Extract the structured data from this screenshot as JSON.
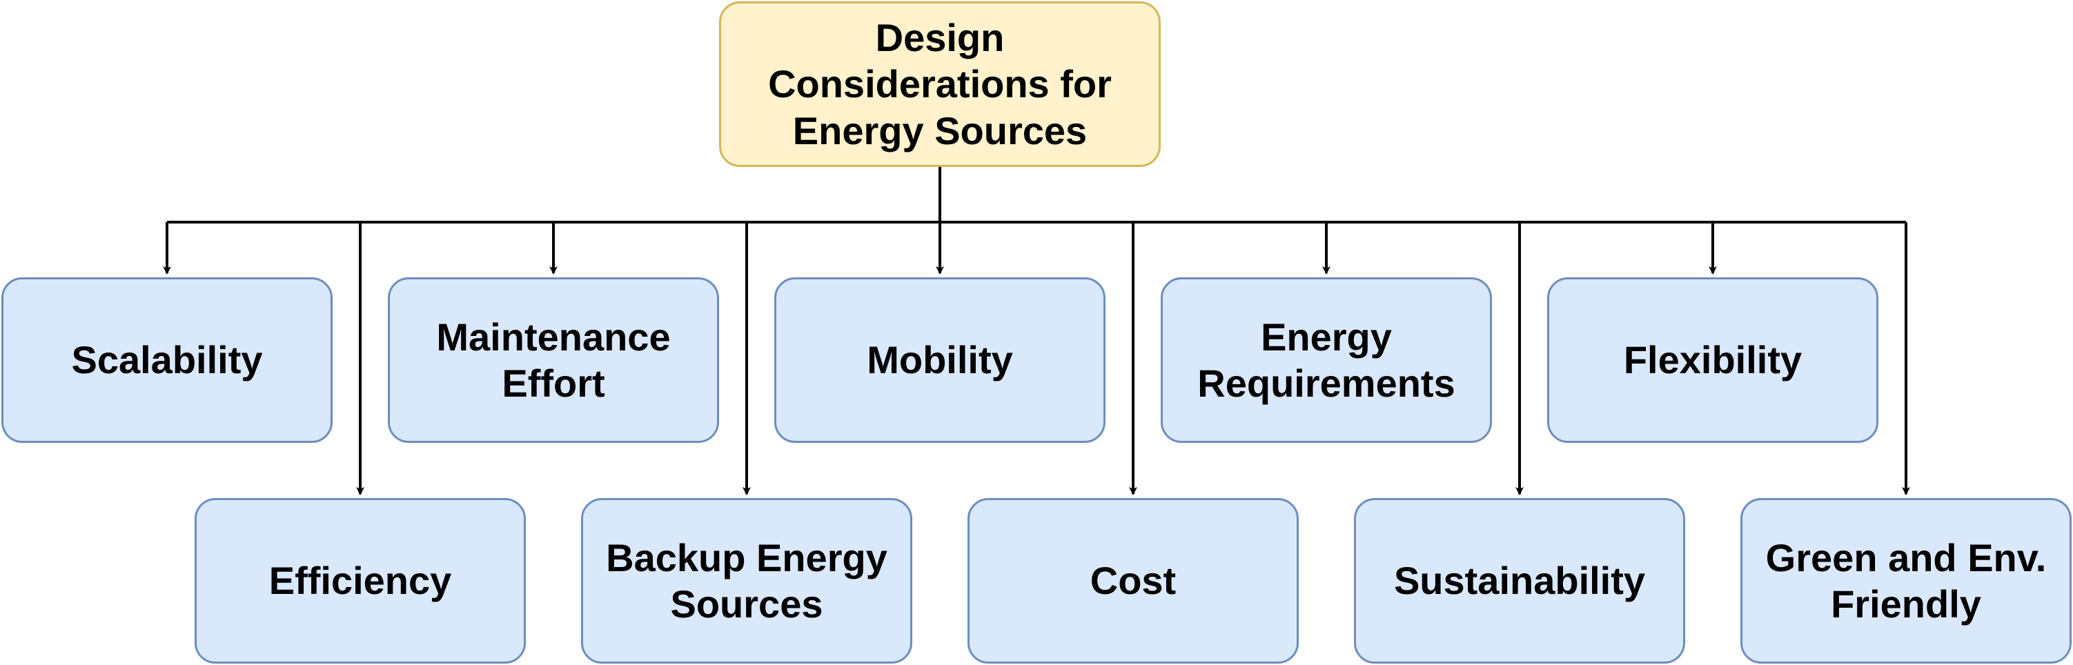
{
  "diagram": {
    "root": {
      "label": "Design\nConsiderations for\nEnergy Sources"
    },
    "top_row": [
      {
        "label": "Scalability"
      },
      {
        "label": "Maintenance\nEffort"
      },
      {
        "label": "Mobility"
      },
      {
        "label": "Energy\nRequirements"
      },
      {
        "label": "Flexibility"
      }
    ],
    "bottom_row": [
      {
        "label": "Efficiency"
      },
      {
        "label": "Backup Energy\nSources"
      },
      {
        "label": "Cost"
      },
      {
        "label": "Sustainability"
      },
      {
        "label": "Green and Env.\nFriendly"
      }
    ],
    "colors": {
      "root_fill": "#fff2cc",
      "root_stroke": "#d6b656",
      "child_fill": "#dae8fc",
      "child_stroke": "#6c8ebf",
      "connector": "#000000"
    }
  }
}
